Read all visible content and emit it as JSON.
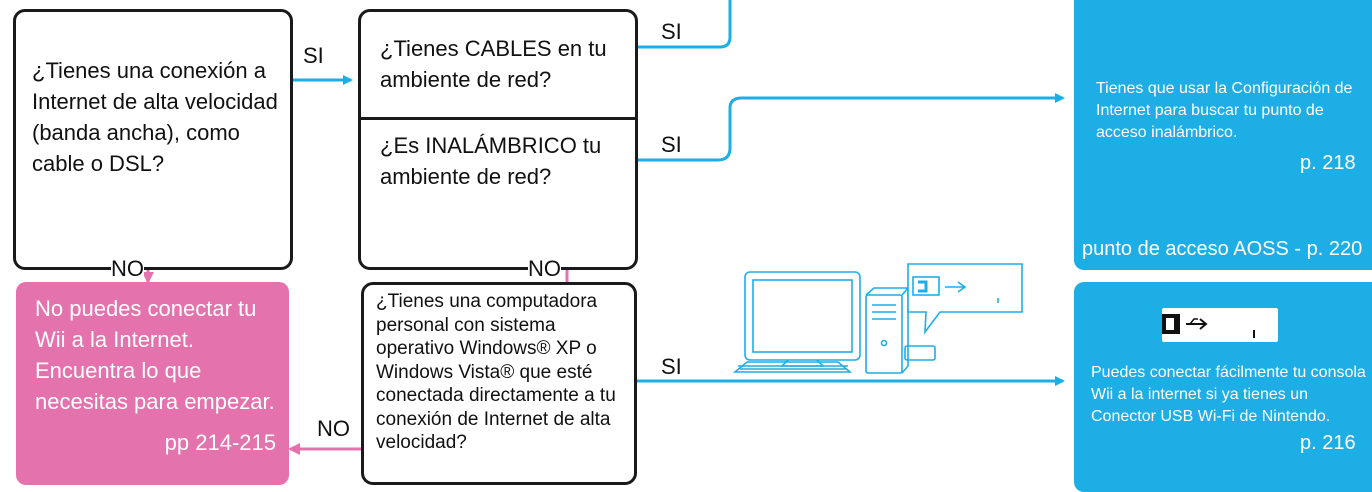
{
  "decisions": {
    "broadband": "¿Tienes una conexión a Internet de alta velocidad (banda ancha), como cable o DSL?",
    "cables": "¿Tienes CABLES en tu ambiente de red?",
    "wireless": "¿Es INALÁMBRICO tu ambiente de red?",
    "pc": "¿Tienes una computadora personal con sistema operativo Windows® XP o Windows Vista® que esté conectada directamente a tu conexión de Internet de alta velocidad?"
  },
  "labels": {
    "yes": "SI",
    "no": "NO"
  },
  "results": {
    "no_connection": {
      "text": "No puedes conectar tu Wii a la Internet. Encuentra lo que necesitas para empezar.",
      "pages": "pp 214-215"
    },
    "wireless_setup": {
      "text": "Tienes que usar la Configuración de Internet para buscar tu punto de acceso inalámbrico.",
      "page": "p. 218",
      "aoss": "punto de acceso AOSS - p. 220"
    },
    "usb_connector": {
      "text": "Puedes conectar fácilmente tu consola Wii a la internet si ya tienes un Conector USB Wi-Fi de Nintendo.",
      "page": "p. 216"
    }
  },
  "icons": [
    "router-icon",
    "computer-icon",
    "usb-connector-icon"
  ],
  "colors": {
    "pink": "#e472ad",
    "blue": "#1eaee6",
    "border": "#1a1a1a"
  }
}
